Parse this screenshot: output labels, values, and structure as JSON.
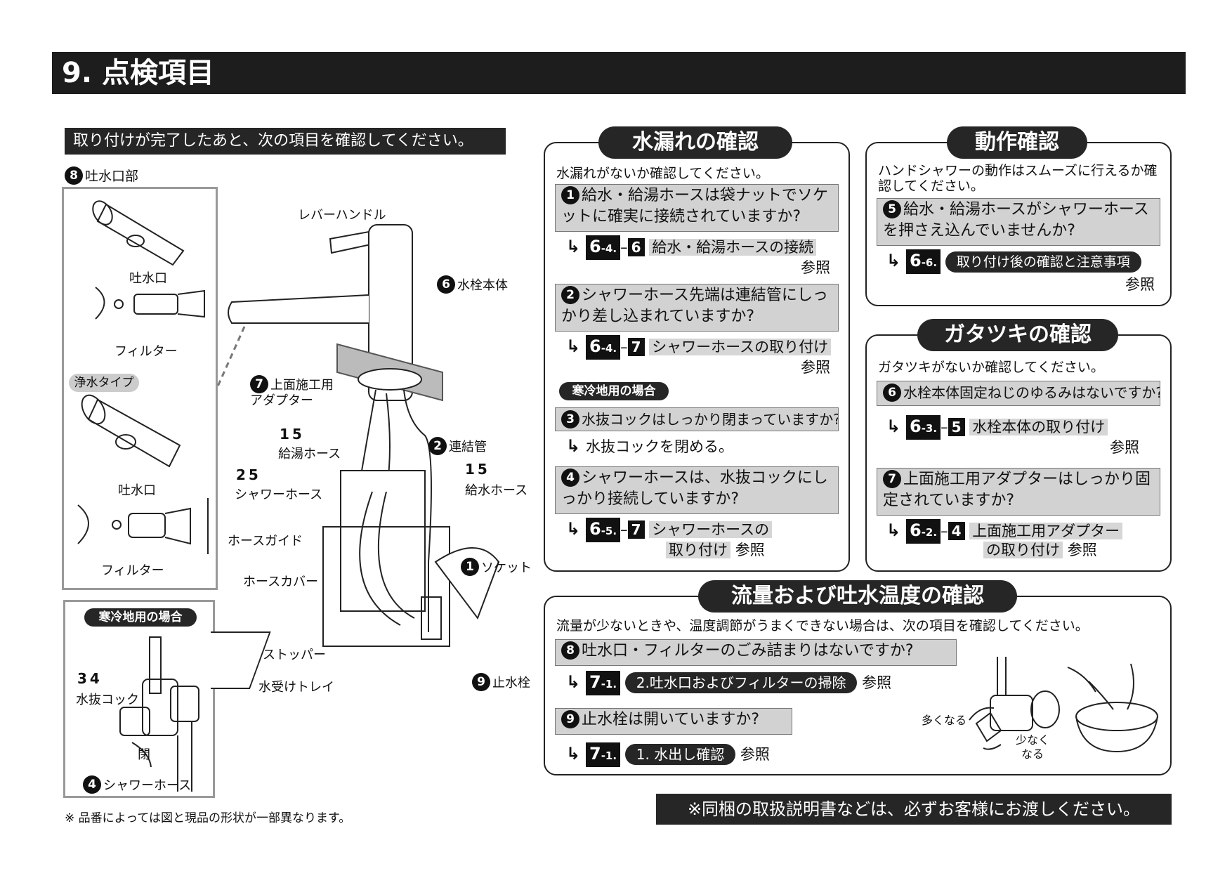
{
  "header": {
    "title": "9. 点検項目"
  },
  "intro": "取り付けが完了したあと、次の項目を確認してください。",
  "left": {
    "section8_label": "吐水口部",
    "section8_num": "8",
    "spout_label": "吐水口",
    "filter_label": "フィルター",
    "water_type_tag": "浄水タイプ",
    "spout_label2": "吐水口",
    "filter_label2": "フィルター",
    "cold_tag": "寒冷地用の場合",
    "cold_nums": "34",
    "drain_cock_label": "水抜コック",
    "close_label": "閉",
    "shower_hose_label": "シャワーホース",
    "shower_hose_num": "4",
    "note": "※ 品番によっては図と現品の形状が一部異なります。"
  },
  "diagram": {
    "lever": "レバーハンドル",
    "body": "水栓本体",
    "body_num": "6",
    "adapter": "上面施工用\nアダプター",
    "adapter_num": "7",
    "hot_hose": "給湯ホース",
    "hot_nums": "15",
    "connector": "連結管",
    "connector_num": "2",
    "cold_hose": "給水ホース",
    "cold_nums": "15",
    "shower_hose": "シャワーホース",
    "shower_nums": "25",
    "hose_guide": "ホースガイド",
    "hose_cover": "ホースカバー",
    "socket": "ソケット",
    "socket_num": "1",
    "stopper": "ストッパー",
    "tray": "水受けトレイ",
    "stop_valve": "止水栓",
    "stop_valve_num": "9"
  },
  "leak": {
    "title": "水漏れの確認",
    "intro": "水漏れがないか確認してください。",
    "q1_num": "1",
    "q1": "給水・給湯ホースは袋ナットでソケットに確実に接続されていますか?",
    "q1_ref_main": "6",
    "q1_ref_sub": "-4.",
    "q1_ref_n": "6",
    "q1_ref_text": "給水・給湯ホースの接続",
    "ref_word": "参照",
    "q2_num": "2",
    "q2": "シャワーホース先端は連結管にしっかり差し込まれていますか?",
    "q2_ref_main": "6",
    "q2_ref_sub": "-4.",
    "q2_ref_n": "7",
    "q2_ref_text": "シャワーホースの取り付け",
    "cold_tag": "寒冷地用の場合",
    "q3_num": "3",
    "q3": "水抜コックはしっかり閉まっていますか?",
    "q3_action": "水抜コックを閉める。",
    "q4_num": "4",
    "q4": "シャワーホースは、水抜コックにしっかり接続していますか?",
    "q4_ref_main": "6",
    "q4_ref_sub": "-5.",
    "q4_ref_n": "7",
    "q4_ref_text1": "シャワーホースの",
    "q4_ref_text2": "取り付け"
  },
  "action": {
    "title": "動作確認",
    "intro": "ハンドシャワーの動作はスムーズに行えるか確認してください。",
    "q5_num": "5",
    "q5": "給水・給湯ホースがシャワーホースを押さえ込んでいませんか?",
    "q5_ref_main": "6",
    "q5_ref_sub": "-6.",
    "q5_ref_text": "取り付け後の確認と注意事項",
    "ref_word": "参照"
  },
  "wobble": {
    "title": "ガタツキの確認",
    "intro": "ガタツキがないか確認してください。",
    "q6_num": "6",
    "q6": "水栓本体固定ねじのゆるみはないですか?",
    "q6_ref_main": "6",
    "q6_ref_sub": "-3.",
    "q6_ref_n": "5",
    "q6_ref_text": "水栓本体の取り付け",
    "q7_num": "7",
    "q7": "上面施工用アダプターはしっかり固定されていますか?",
    "q7_ref_main": "6",
    "q7_ref_sub": "-2.",
    "q7_ref_n": "4",
    "q7_ref_text1": "上面施工用アダプター",
    "q7_ref_text2": "の取り付け",
    "ref_word": "参照"
  },
  "flow": {
    "title": "流量および吐水温度の確認",
    "intro": "流量が少ないときや、温度調節がうまくできない場合は、次の項目を確認してください。",
    "q8_num": "8",
    "q8": "吐水口・フィルターのごみ詰まりはないですか?",
    "q8_ref_main": "7",
    "q8_ref_sub": "-1.",
    "q8_ref_pill": "2.吐水口およびフィルターの掃除",
    "q9_num": "9",
    "q9": "止水栓は開いていますか?",
    "q9_ref_main": "7",
    "q9_ref_sub": "-1.",
    "q9_ref_pill": "1. 水出し確認",
    "ref_word": "参照",
    "more": "多くなる",
    "less": "少なく\nなる"
  },
  "footer_notice": "※同梱の取扱説明書などは、必ずお客様にお渡しください。"
}
